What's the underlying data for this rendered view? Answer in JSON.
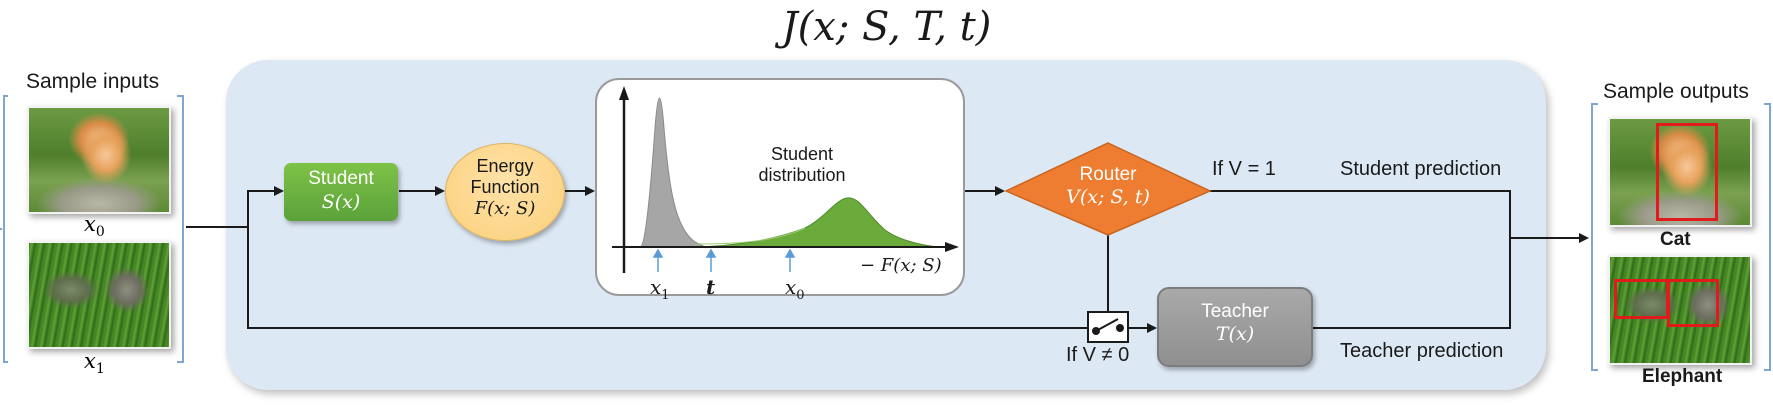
{
  "title": "J(x; S, T, t)",
  "inputs": {
    "header": "Sample inputs",
    "items": [
      {
        "caption": "x",
        "subscript": "0"
      },
      {
        "caption": "x",
        "subscript": "1"
      }
    ]
  },
  "outputs": {
    "header": "Sample outputs",
    "items": [
      {
        "label": "Cat"
      },
      {
        "label": "Elephant"
      }
    ]
  },
  "student": {
    "name": "Student",
    "formula": "S(x)"
  },
  "energy": {
    "line1": "Energy",
    "line2": "Function",
    "formula": "F(x; S)"
  },
  "plot": {
    "curve_label_1": "Student",
    "curve_label_2": "distribution",
    "axis_label": "− F(x; S)",
    "markers": [
      {
        "text": "x",
        "sub": "1"
      },
      {
        "text": "t",
        "sub": ""
      },
      {
        "text": "x",
        "sub": "0"
      }
    ]
  },
  "router": {
    "name": "Router",
    "formula": "V(x; S, t)"
  },
  "teacher": {
    "name": "Teacher",
    "formula": "T(x)"
  },
  "conditions": {
    "if_v_eq": "If V = 1",
    "if_v_neq": "If V ≠ 0"
  },
  "predictions": {
    "student": "Student prediction",
    "teacher": "Teacher prediction"
  },
  "colors": {
    "panel": "#dce8f4",
    "student": "#5ba23a",
    "energy": "#fbcf7a",
    "router": "#ee7d31",
    "teacher": "#9a9a9a",
    "student_distribution": "#6aab3b",
    "gray_peak": "#a6a6a6",
    "marker_arrow": "#5b9bd5",
    "bounding_box": "#e01b1b"
  },
  "chart_data": {
    "type": "area",
    "xlabel": "− F(x; S)",
    "series": [
      {
        "name": "",
        "color": "#a6a6a6",
        "shape": "sharp tall peak near left edge"
      },
      {
        "name": "Student distribution",
        "color": "#6aab3b",
        "shape": "broad bump to the right of t"
      }
    ],
    "markers": [
      "x1",
      "t",
      "x0"
    ]
  }
}
